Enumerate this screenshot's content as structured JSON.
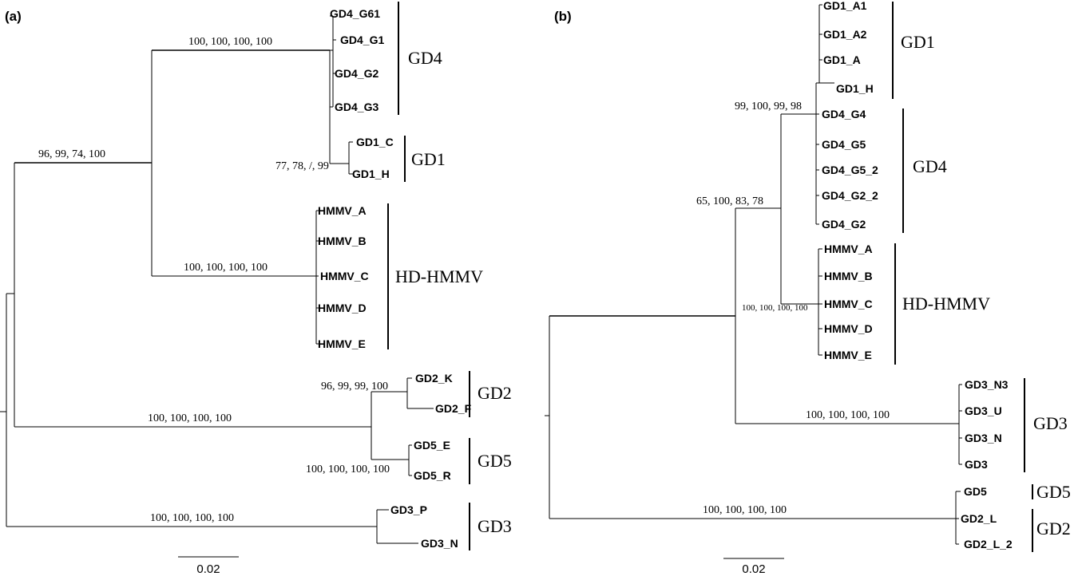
{
  "panel_a": {
    "label": "(a)",
    "leaves": {
      "gd4_g61": "GD4_G61",
      "gd4_g1": "GD4_G1",
      "gd4_g2": "GD4_G2",
      "gd4_g3": "GD4_G3",
      "gd1_c": "GD1_C",
      "gd1_h": "GD1_H",
      "hmmv_a": "HMMV_A",
      "hmmv_b": "HMMV_B",
      "hmmv_c": "HMMV_C",
      "hmmv_d": "HMMV_D",
      "hmmv_e": "HMMV_E",
      "gd2_k": "GD2_K",
      "gd2_f": "GD2_F",
      "gd5_e": "GD5_E",
      "gd5_r": "GD5_R",
      "gd3_p": "GD3_P",
      "gd3_n": "GD3_N"
    },
    "clades": {
      "gd4": "GD4",
      "gd1": "GD1",
      "hdhmmv": "HD-HMMV",
      "gd2": "GD2",
      "gd5": "GD5",
      "gd3": "GD3"
    },
    "support": {
      "gd4": "100, 100, 100, 100",
      "gd4_gd1": "96, 99, 74, 100",
      "gd1": "77, 78, /, 99",
      "hmmv": "100, 100, 100, 100",
      "gd2": "96, 99, 99, 100",
      "gd2_gd5": "100, 100, 100, 100",
      "gd5": "100, 100, 100, 100",
      "gd3": "100, 100, 100, 100"
    },
    "scale_label": "0.02"
  },
  "panel_b": {
    "label": "(b)",
    "leaves": {
      "gd1_a1": "GD1_A1",
      "gd1_a2": "GD1_A2",
      "gd1_a": "GD1_A",
      "gd1_h": "GD1_H",
      "gd4_g4": "GD4_G4",
      "gd4_g5": "GD4_G5",
      "gd4_g5_2": "GD4_G5_2",
      "gd4_g2_2": "GD4_G2_2",
      "gd4_g2": "GD4_G2",
      "hmmv_a": "HMMV_A",
      "hmmv_b": "HMMV_B",
      "hmmv_c": "HMMV_C",
      "hmmv_d": "HMMV_D",
      "hmmv_e": "HMMV_E",
      "gd3_n3": "GD3_N3",
      "gd3_u": "GD3_U",
      "gd3_n": "GD3_N",
      "gd3": "GD3",
      "gd5": "GD5",
      "gd2_l": "GD2_L",
      "gd2_l_2": "GD2_L_2"
    },
    "clades": {
      "gd1": "GD1",
      "gd4": "GD4",
      "hdhmmv": "HD-HMMV",
      "gd3": "GD3",
      "gd5": "GD5",
      "gd2": "GD2"
    },
    "support": {
      "gd1_gd4": "99, 100, 99, 98",
      "gd1_gd4_hmmv": "65, 100, 83, 78",
      "hmmv": "100, 100, 100, 100",
      "gd3": "100, 100, 100, 100",
      "gd5_gd2": "100, 100, 100, 100"
    },
    "scale_label": "0.02"
  }
}
